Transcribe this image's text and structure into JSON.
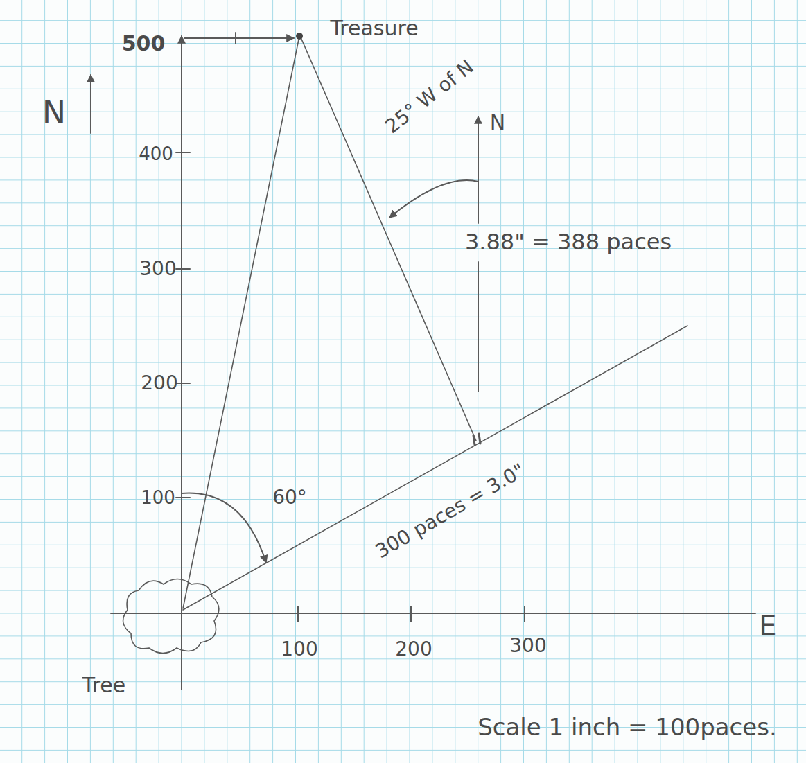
{
  "diagram": {
    "labels": [
      "Treasure",
      "500",
      "N",
      "400",
      "300",
      "200",
      "100",
      "25° W of N",
      "N",
      "3.88\" = 388 paces",
      "60°",
      "300 paces = 3.0\"",
      "100",
      "200",
      "300",
      "E",
      "Tree",
      "Scale 1 inch = 100paces."
    ]
  }
}
